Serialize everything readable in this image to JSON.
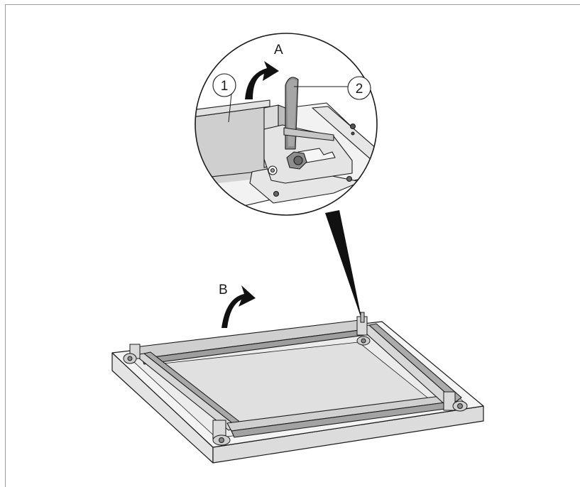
{
  "callouts": {
    "arrow_a": "A",
    "arrow_b": "B",
    "part_1": "1",
    "part_2": "2"
  },
  "colors": {
    "line": "#1a1a1a",
    "panel_light": "#f0f0f0",
    "panel_mid": "#d4d4d4",
    "panel_dark": "#a8a8a8",
    "lever": "#8c8c8c"
  }
}
